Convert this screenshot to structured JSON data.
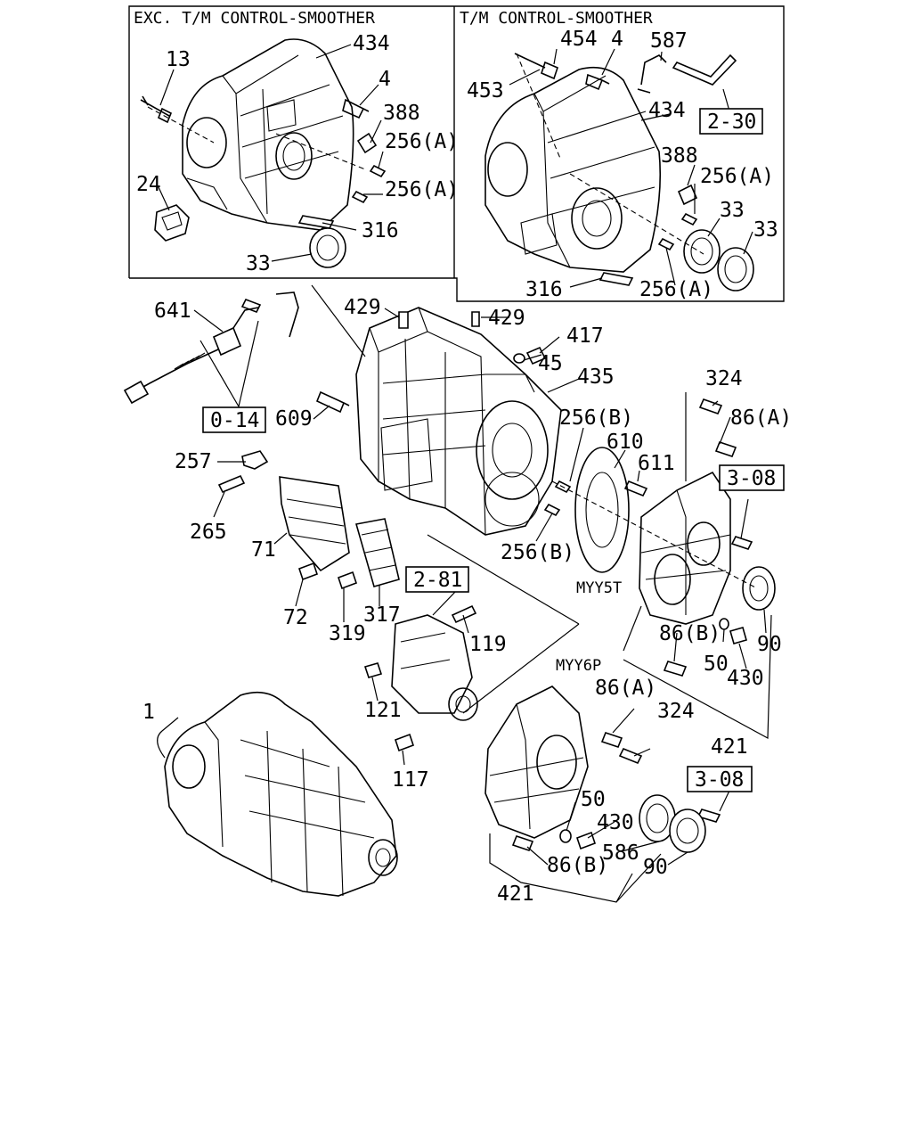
{
  "sections": {
    "left": "EXC. T/M CONTROL-SMOOTHER",
    "right": "T/M CONTROL-SMOOTHER"
  },
  "models": {
    "myy5t": "MYY5T",
    "myy6p": "MYY6P"
  },
  "refs": {
    "r230": "2-30",
    "r014": "0-14",
    "r308a": "3-08",
    "r281": "2-81",
    "r308b": "3-08"
  },
  "callouts": {
    "c434a": "434",
    "c13": "13",
    "c4a": "4",
    "c388a": "388",
    "c256a1": "256(A)",
    "c24": "24",
    "c256a2": "256(A)",
    "c316a": "316",
    "c33a": "33",
    "c454": "454",
    "c4b": "4",
    "c587": "587",
    "c453": "453",
    "c434b": "434",
    "c388b": "388",
    "c256a3": "256(A)",
    "c33b": "33",
    "c33c": "33",
    "c316b": "316",
    "c256a4": "256(A)",
    "c641": "641",
    "c429a": "429",
    "c429b": "429",
    "c417": "417",
    "c45": "45",
    "c435": "435",
    "c609": "609",
    "c324a": "324",
    "c86a1": "86(A)",
    "c256b1": "256(B)",
    "c610": "610",
    "c611": "611",
    "c257": "257",
    "c265": "265",
    "c71": "71",
    "c256b2": "256(B)",
    "c72": "72",
    "c319": "319",
    "c317": "317",
    "c119": "119",
    "c86b1": "86(B)",
    "c90a": "90",
    "c50a": "50",
    "c430a": "430",
    "c121": "121",
    "c86a2": "86(A)",
    "c1": "1",
    "c324b": "324",
    "c421a": "421",
    "c117": "117",
    "c50b": "50",
    "c430b": "430",
    "c586": "586",
    "c86b2": "86(B)",
    "c90b": "90",
    "c421b": "421"
  }
}
